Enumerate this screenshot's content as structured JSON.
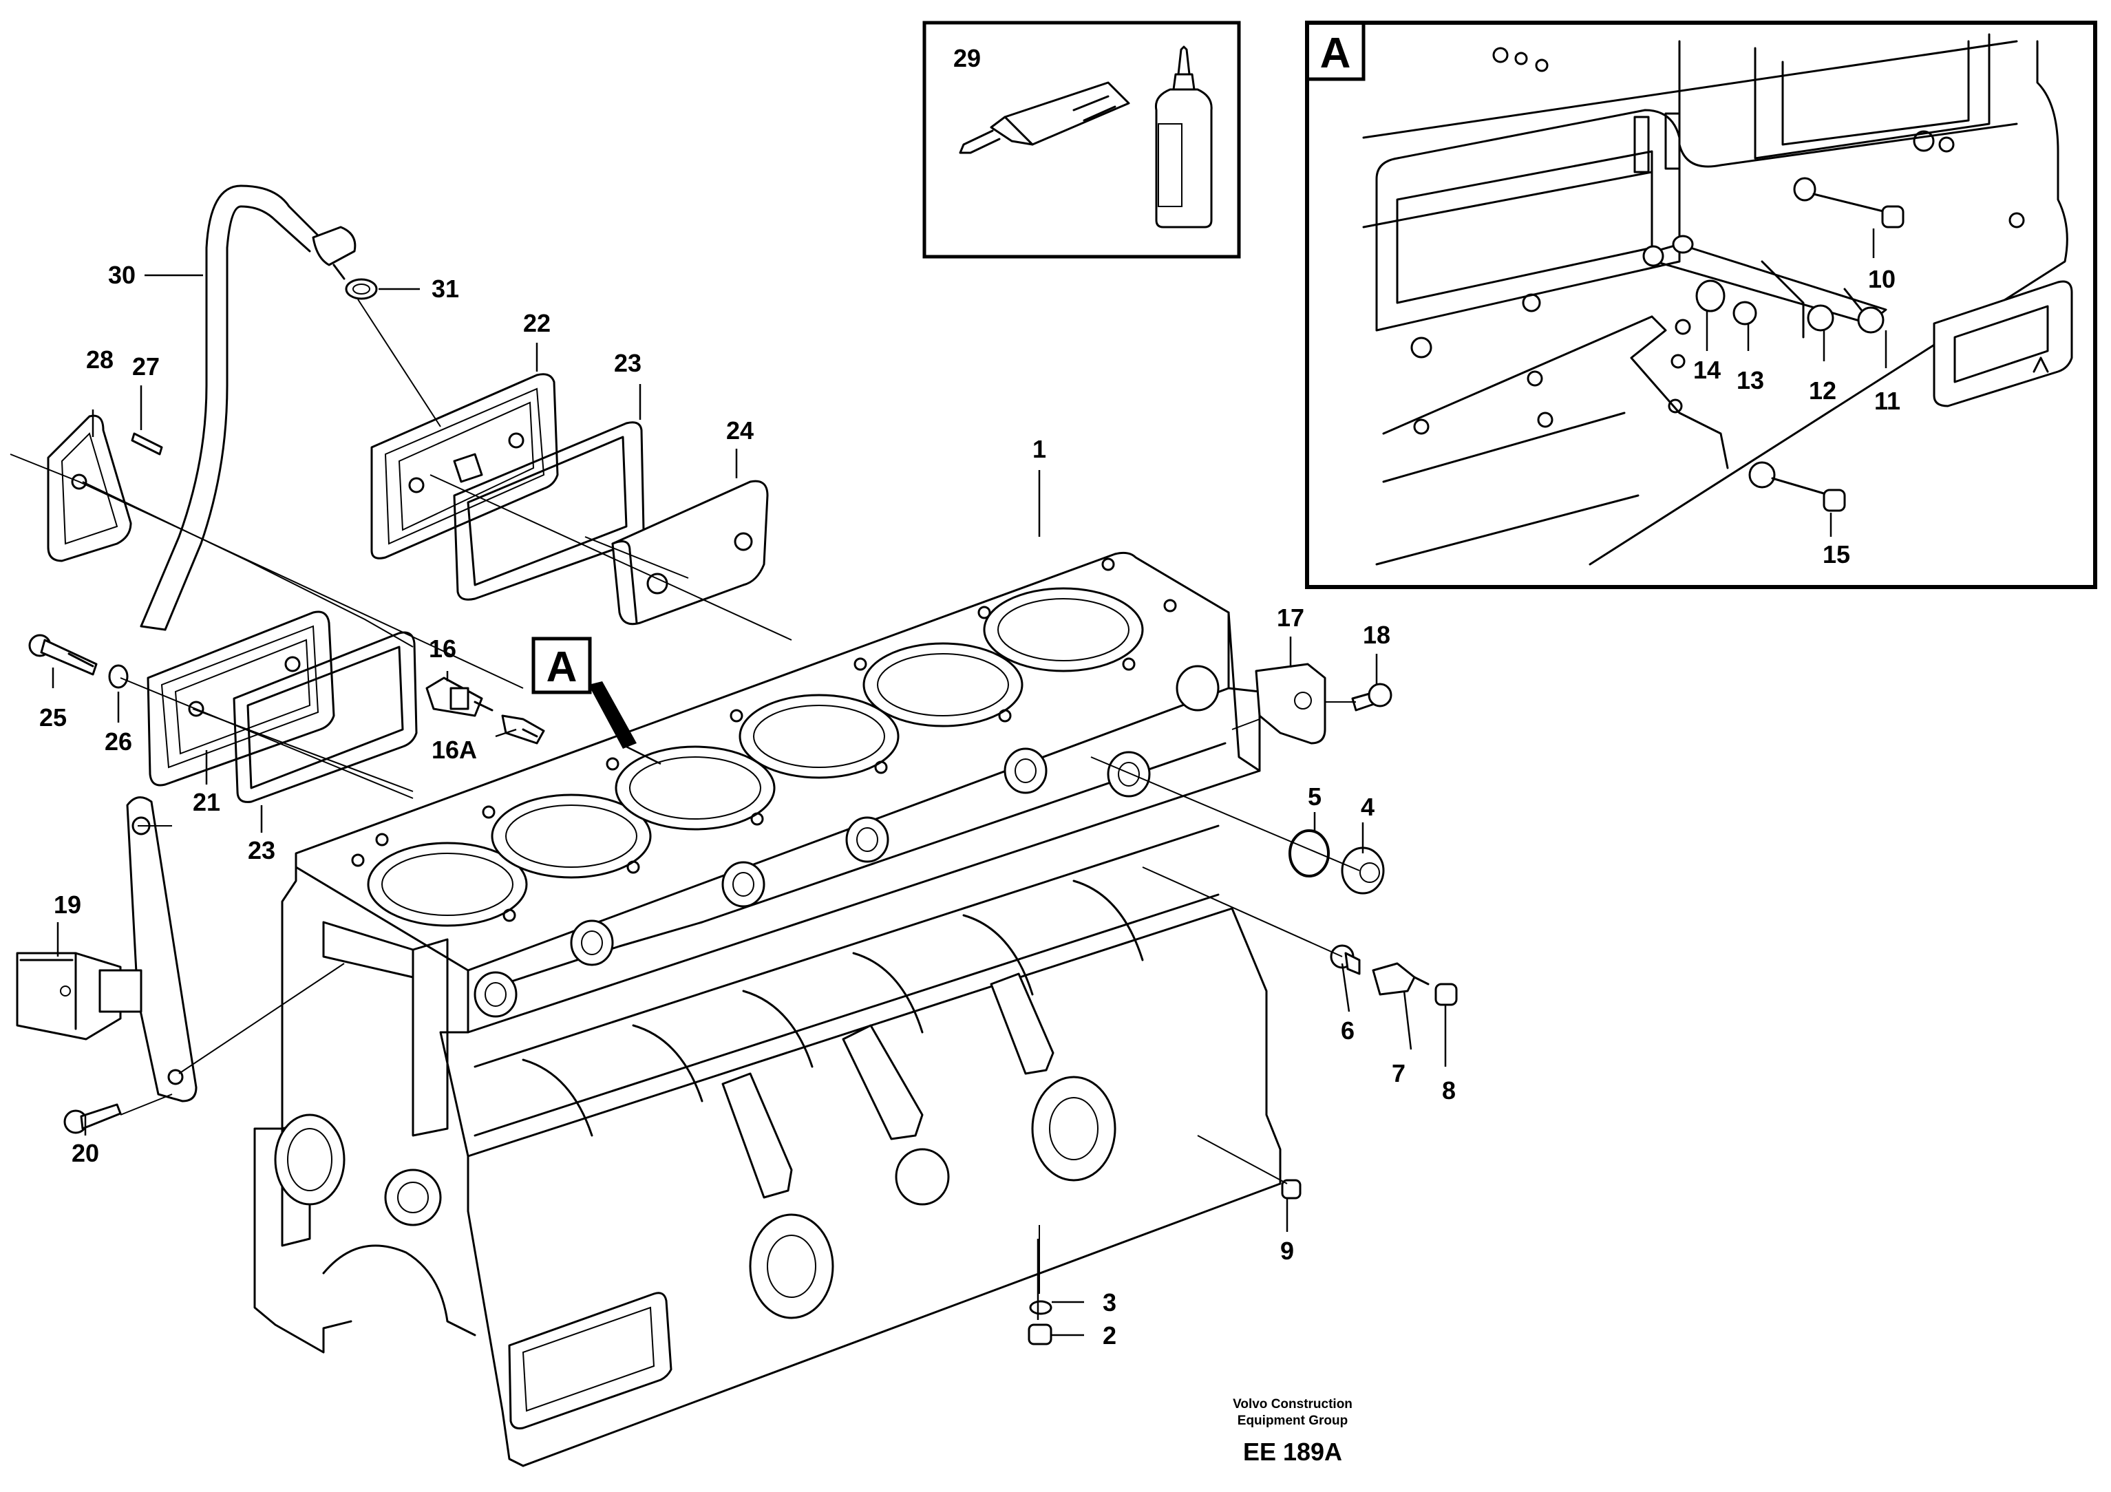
{
  "diagram": {
    "callouts": {
      "c1": "1",
      "c2": "2",
      "c3": "3",
      "c4": "4",
      "c5": "5",
      "c6": "6",
      "c7": "7",
      "c8": "8",
      "c9": "9",
      "c10": "10",
      "c11": "11",
      "c12": "12",
      "c13": "13",
      "c14": "14",
      "c15": "15",
      "c16": "16",
      "c16a": "16A",
      "c17": "17",
      "c18": "18",
      "c19": "19",
      "c20": "20",
      "c21": "21",
      "c22": "22",
      "c23a": "23",
      "c23b": "23",
      "c24": "24",
      "c25": "25",
      "c26": "26",
      "c27": "27",
      "c28": "28",
      "c29": "29",
      "c30": "30",
      "c31": "31"
    },
    "detail_label": "A",
    "detail_marker": "A",
    "footer": {
      "line1": "Volvo Construction",
      "line2": "Equipment Group",
      "code": "EE 189A"
    }
  }
}
